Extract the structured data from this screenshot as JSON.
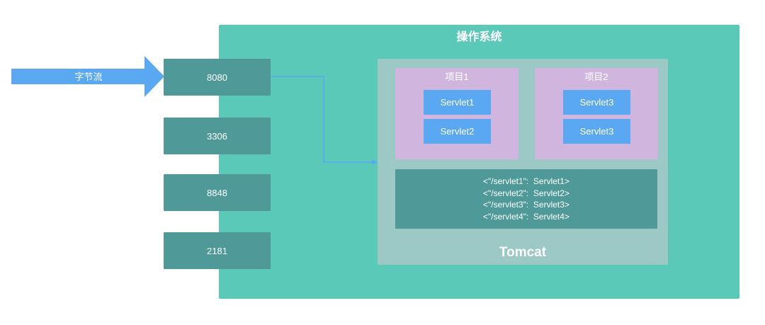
{
  "os": {
    "title": "操作系统"
  },
  "input": {
    "label": "字节流"
  },
  "ports": [
    "8080",
    "3306",
    "8848",
    "2181"
  ],
  "tomcat": {
    "label": "Tomcat",
    "projects": [
      {
        "title": "项目1",
        "servlets": [
          "Servlet1",
          "Servlet2"
        ]
      },
      {
        "title": "项目2",
        "servlets": [
          "Servlet3",
          "Servlet3"
        ]
      }
    ],
    "mappings": [
      "<\"/servlet1\":  Servlet1>",
      "<\"/servlet2\":  Servlet2>",
      "<\"/servlet3\":  Servlet3>",
      "<\"/servlet4\":  Servlet4>"
    ]
  },
  "colors": {
    "os": "#5bc9b8",
    "port": "#4f9a98",
    "tomcat": "#9cc9c5",
    "project": "#d0b6df",
    "servlet": "#5aa8f2",
    "arrow": "#5aa8f2"
  }
}
